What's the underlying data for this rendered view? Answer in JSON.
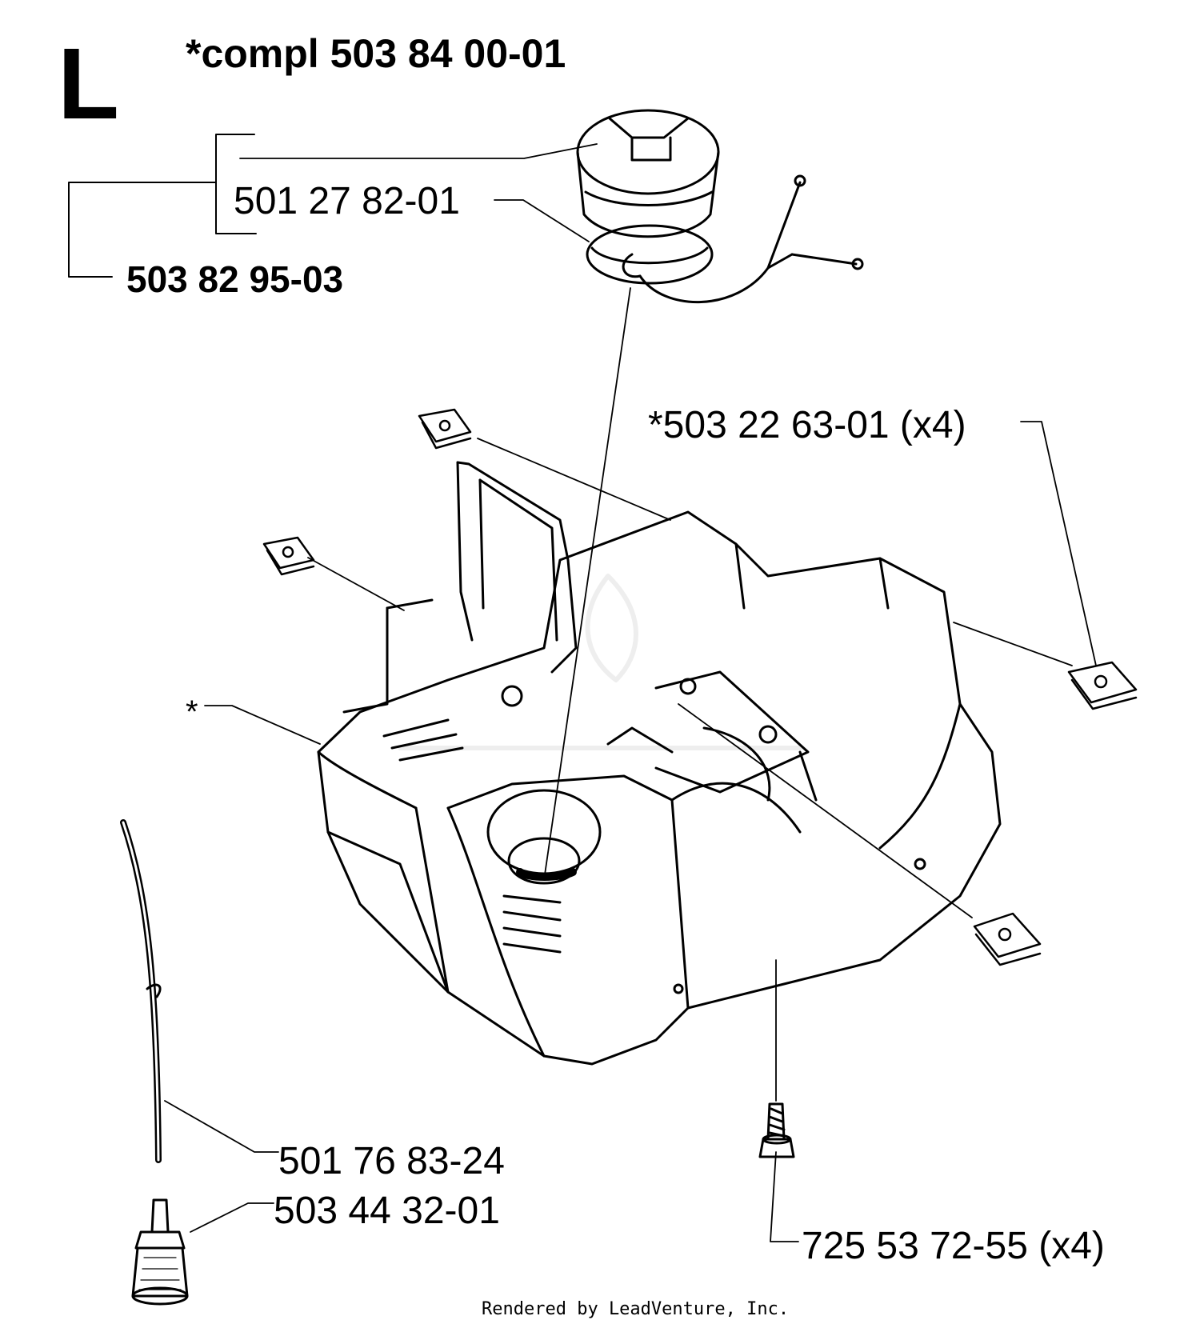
{
  "header": {
    "section_letter": "L",
    "complete_part": "*compl 503 84 00-01"
  },
  "parts": [
    {
      "id": "cap",
      "number": "501 27 82-01"
    },
    {
      "id": "cap-assembly",
      "number": "503 82 95-03"
    },
    {
      "id": "nut",
      "number": "*503 22 63-01 (x4)"
    },
    {
      "id": "tank",
      "number": "*"
    },
    {
      "id": "fuel-hose",
      "number": "501 76 83-24"
    },
    {
      "id": "fuel-filter",
      "number": "503 44 32-01"
    },
    {
      "id": "screw",
      "number": "725 53 72-55 (x4)"
    }
  ],
  "footer": {
    "credit": "Rendered by LeadVenture, Inc."
  }
}
